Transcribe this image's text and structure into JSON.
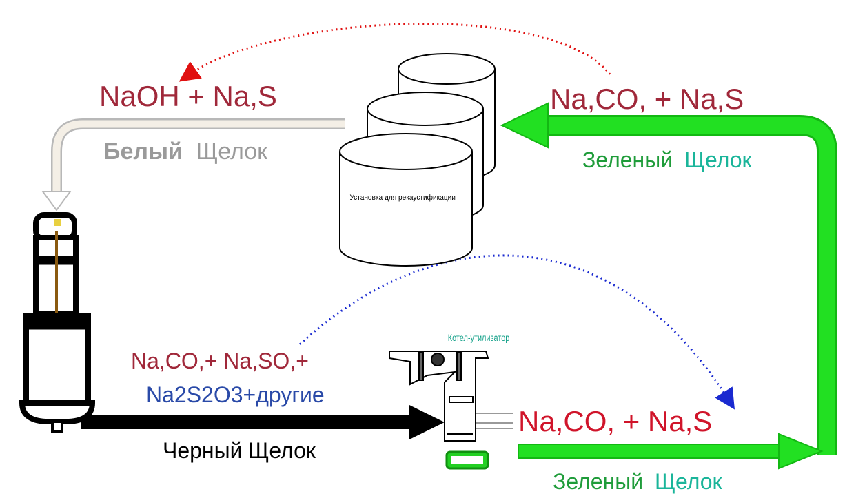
{
  "top_left": {
    "formula": "NaOH + Na,S",
    "liquor_word1": "Белый",
    "liquor_word2": "Щелок"
  },
  "top_right": {
    "formula": "Na,CO, + Na,S",
    "liquor_word1": "Зеленый",
    "liquor_word2": "Щелок"
  },
  "recaust_unit": {
    "label": "Установка для рекаустификации"
  },
  "boiler": {
    "label": "Котел-утилизатор"
  },
  "black_liquor": {
    "line1": "Na,CO,+ Na,SO,+",
    "line2": "Na2S2O3+другие",
    "label": "Черный Щелок"
  },
  "bottom_right": {
    "formula": "Na,CO, + Na,S",
    "liquor_word1": "Зеленый",
    "liquor_word2": "Щелок"
  },
  "colors": {
    "formula": "#a0283a",
    "formula_red": "#d0142a",
    "green": "#1f9c3a",
    "teal": "#1ab59a",
    "green_arrow": "#22e022",
    "grey": "#9a9a9a",
    "blue": "#2a4aa8"
  }
}
